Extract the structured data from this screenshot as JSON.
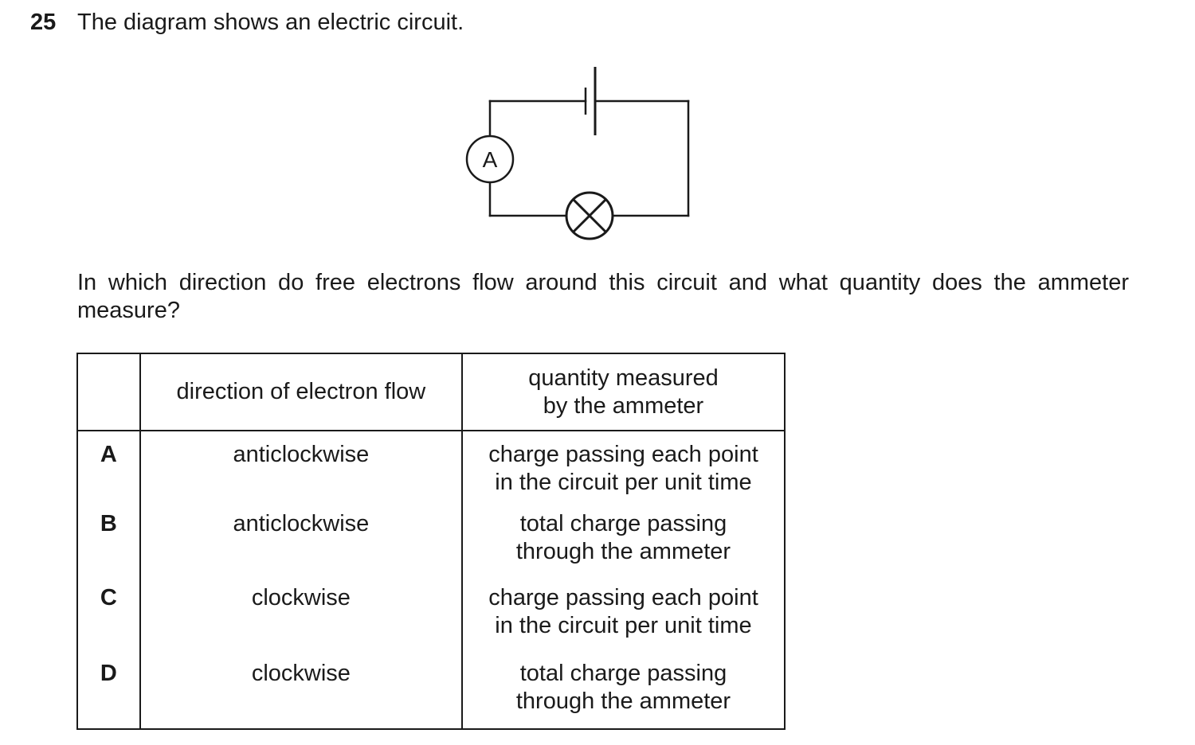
{
  "question": {
    "number": "25",
    "stem": "The diagram shows an electric circuit.",
    "prompt": "In which direction do free electrons flow around this circuit and what quantity does the ammeter measure?"
  },
  "diagram": {
    "ammeter_label": "A",
    "components": [
      "cell",
      "ammeter",
      "lamp",
      "connecting wires"
    ]
  },
  "table": {
    "headers": {
      "letter": "",
      "direction": "direction of electron flow",
      "quantity_line1": "quantity measured",
      "quantity_line2": "by the ammeter"
    },
    "rows": [
      {
        "letter": "A",
        "direction": "anticlockwise",
        "quantity_line1": "charge passing each point",
        "quantity_line2": "in the circuit per unit time"
      },
      {
        "letter": "B",
        "direction": "anticlockwise",
        "quantity_line1": "total charge passing",
        "quantity_line2": "through the ammeter"
      },
      {
        "letter": "C",
        "direction": "clockwise",
        "quantity_line1": "charge passing each point",
        "quantity_line2": "in the circuit per unit time"
      },
      {
        "letter": "D",
        "direction": "clockwise",
        "quantity_line1": "total charge passing",
        "quantity_line2": "through the ammeter"
      }
    ]
  }
}
